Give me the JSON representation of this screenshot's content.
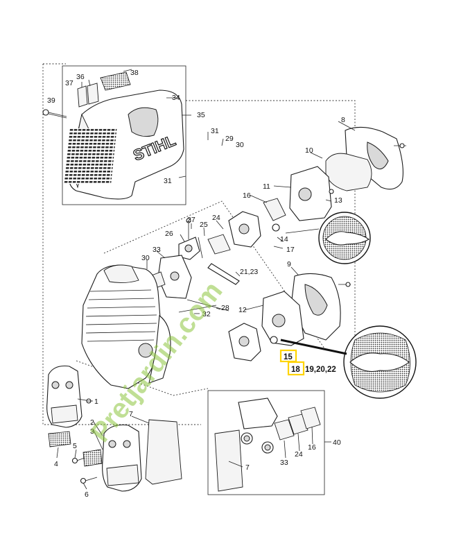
{
  "diagram": {
    "brand_logo_text": "STIHL",
    "watermark_text": "Pretjardin.com",
    "callouts": {
      "c36": "36",
      "c37": "37",
      "c38": "38",
      "c39": "39",
      "c34": "34",
      "c35": "35",
      "c31a": "31",
      "c29": "29",
      "c30a": "30",
      "c31b": "31",
      "c8": "8",
      "c10": "10",
      "c11": "11",
      "c13": "13",
      "c16a": "16",
      "c27": "27",
      "c26": "26",
      "c25": "25",
      "c24a": "24",
      "c14": "14",
      "c17": "17",
      "c33a": "33",
      "c30b": "30",
      "c21_23": "21,23",
      "c9": "9",
      "c28": "28",
      "c32": "32",
      "c12": "12",
      "c15": "15",
      "c18": "18",
      "c19_20_22": "19,20,22",
      "c1": "1",
      "c7a": "7",
      "c2": "2",
      "c3": "3",
      "c4": "4",
      "c5": "5",
      "c6": "6",
      "c40": "40",
      "c7b": "7",
      "c33b": "33",
      "c24b": "24",
      "c16b": "16"
    },
    "highlight_color": "#ffd400",
    "watermark_color": "#8dc63f"
  }
}
